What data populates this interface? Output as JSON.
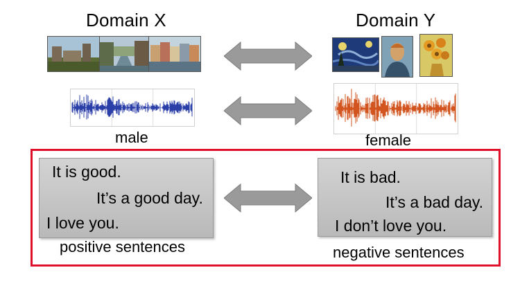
{
  "domains": {
    "x_label": "Domain X",
    "y_label": "Domain Y"
  },
  "audio": {
    "left_label": "male",
    "right_label": "female",
    "left_color": "#2b3fa8",
    "right_color": "#d2541e"
  },
  "text_domain": {
    "left_sentences": [
      "It is good.",
      "It’s a good day.",
      "I love you."
    ],
    "right_sentences": [
      "It is bad.",
      "It’s a bad day.",
      "I don’t love you."
    ],
    "left_label": "positive sentences",
    "right_label": "negative sentences",
    "highlight_color": "#e0102b"
  },
  "icons": {
    "arrow": "double-headed-arrow",
    "photos": [
      "castle-photo",
      "canal-photo",
      "harbor-houses-photo"
    ],
    "paintings": [
      "starry-night-painting",
      "self-portrait-painting",
      "sunflowers-painting"
    ]
  }
}
